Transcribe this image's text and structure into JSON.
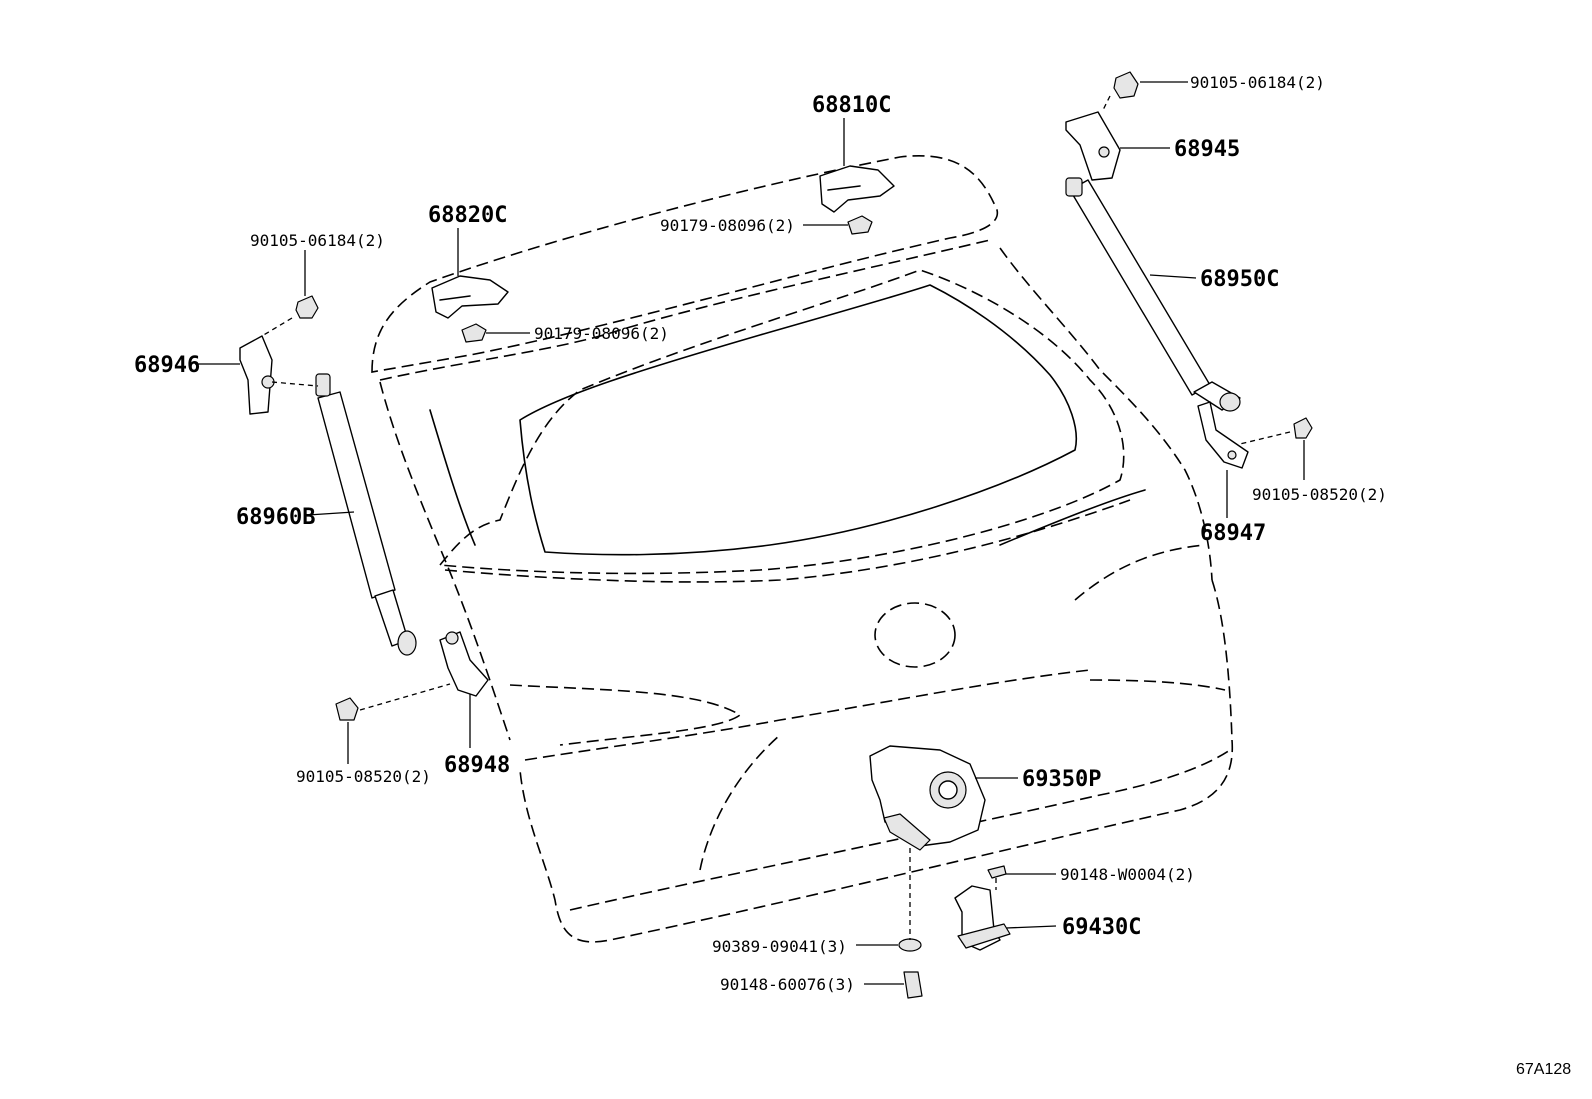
{
  "labels": {
    "p68810C": "68810C",
    "p68820C": "68820C",
    "p68945": "68945",
    "p68946": "68946",
    "p68947": "68947",
    "p68948": "68948",
    "p68950C": "68950C",
    "p68960B": "68960B",
    "p69350P": "69350P",
    "p69430C": "69430C",
    "bolt_top_right": "90105-06184(2)",
    "bolt_top_left": "90105-06184(2)",
    "nut_center_right": "90179-08096(2)",
    "nut_center_left": "90179-08096(2)",
    "bolt_right_mid": "90105-08520(2)",
    "bolt_left_bottom": "90105-08520(2)",
    "screw_striker": "90148-W0004(2)",
    "washer_lock": "90389-09041(3)",
    "screw_lock": "90148-60076(3)"
  },
  "diagram_code": "67A128"
}
